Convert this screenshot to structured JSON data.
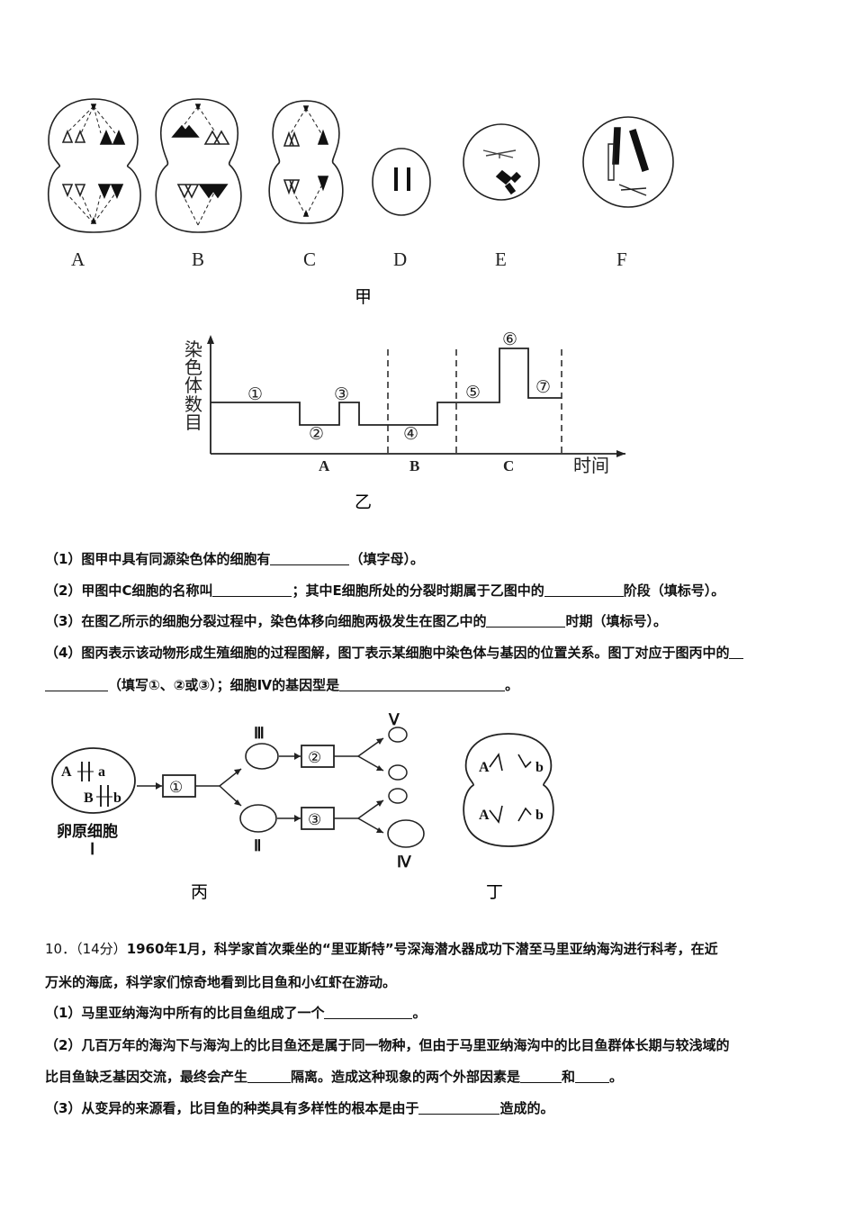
{
  "figure_jia": {
    "cells": [
      "A",
      "B",
      "C",
      "D",
      "E",
      "F"
    ],
    "caption": "甲"
  },
  "figure_yi": {
    "ylabel_chars": [
      "染",
      "色",
      "体",
      "数",
      "目"
    ],
    "xlabel": "时间",
    "stages": [
      "A",
      "B",
      "C"
    ],
    "segments": [
      "①",
      "②",
      "③",
      "④",
      "⑤",
      "⑥",
      "⑦"
    ],
    "caption": "乙"
  },
  "questions_9": [
    {
      "prefix": "（1）图甲中具有同源染色体的细胞有",
      "suffix": "（填字母）。"
    },
    {
      "prefix": "（2）甲图中C细胞的名称叫",
      "middle": "；其中E细胞所处的分裂时期属于乙图中的",
      "suffix": "阶段（填标号）。"
    },
    {
      "prefix": "（3）在图乙所示的细胞分裂过程中，染色体移向细胞两极发生在图乙中的",
      "suffix": "时期（填标号）。"
    },
    {
      "prefix": "（4）图丙表示该动物形成生殖细胞的过程图解，图丁表示某细胞中染色体与基因的位置关系。图丁对应于图丙中的",
      "line2_prefix": "（填写①、②或③）；细胞Ⅳ的基因型是",
      "suffix": "。"
    }
  ],
  "figure_bing": {
    "cell_genes": [
      "A",
      "a",
      "B",
      "b"
    ],
    "cell_name": "卵原细胞",
    "cell_numeral": "Ⅰ",
    "steps": [
      "①",
      "②",
      "③"
    ],
    "numerals": [
      "Ⅱ",
      "Ⅲ",
      "Ⅳ",
      "Ⅴ"
    ],
    "caption": "丙"
  },
  "figure_ding": {
    "genes": [
      "A",
      "b",
      "A",
      "b"
    ],
    "caption": "丁"
  },
  "question_10": {
    "number": "10．",
    "score": "（14分）",
    "intro_bold": "1960年1月，科学家首次乘坐的“里亚斯特”号深海潜水器成功下潜至马里亚纳海沟进行科考，在近",
    "intro_line2": "万米的海底，科学家们惊奇地看到比目鱼和小红虾在游动。",
    "q1_prefix": "（1）马里亚纳海沟中所有的比目鱼组成了一个",
    "q1_suffix": "。",
    "q2_line1": "（2）几百万年的海沟下与海沟上的比目鱼还是属于同一物种，但由于马里亚纳海沟中的比目鱼群体长期与较浅域的",
    "q2_prefix": "比目鱼缺乏基因交流，最终会产生",
    "q2_mid1": "隔离。造成这种现象的两个外部因素是",
    "q2_mid2": "和",
    "q2_suffix": "。",
    "q3_prefix": "（3）从变异的来源看，比目鱼的种类具有多样性的根本是由于",
    "q3_suffix": "造成的。"
  }
}
